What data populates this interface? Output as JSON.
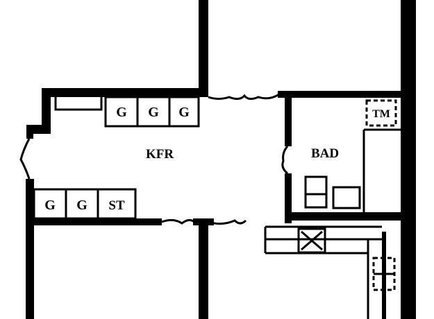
{
  "floorplan": {
    "rooms": {
      "kfr": "KFR",
      "bad": "BAD"
    },
    "appliances": {
      "upper_row": [
        "G",
        "G",
        "G"
      ],
      "lower_row": [
        "G",
        "G",
        "ST"
      ],
      "bath_unit": "TM"
    },
    "colors": {
      "wall": "#000000",
      "background": "#ffffff"
    }
  }
}
